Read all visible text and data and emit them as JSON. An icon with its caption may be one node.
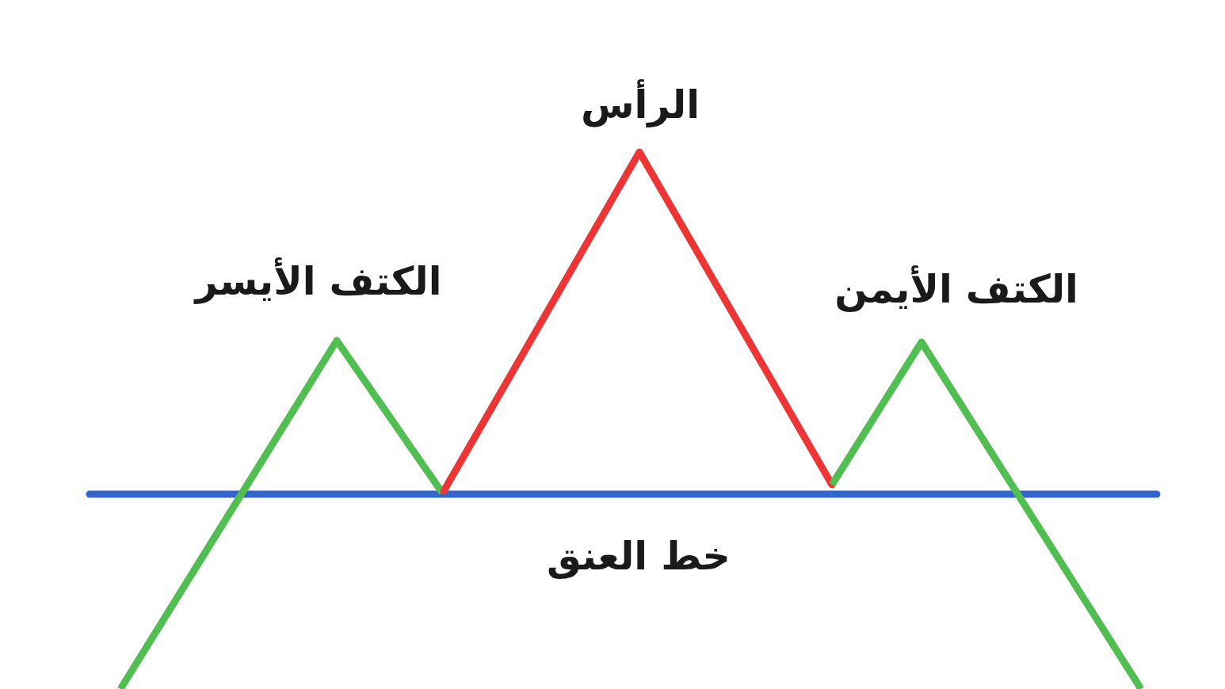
{
  "diagram": {
    "labels": [
      "الرأس",
      "الكتف الأيمن",
      "الكتف الأيسر",
      "خط العنق"
    ]
  }
}
